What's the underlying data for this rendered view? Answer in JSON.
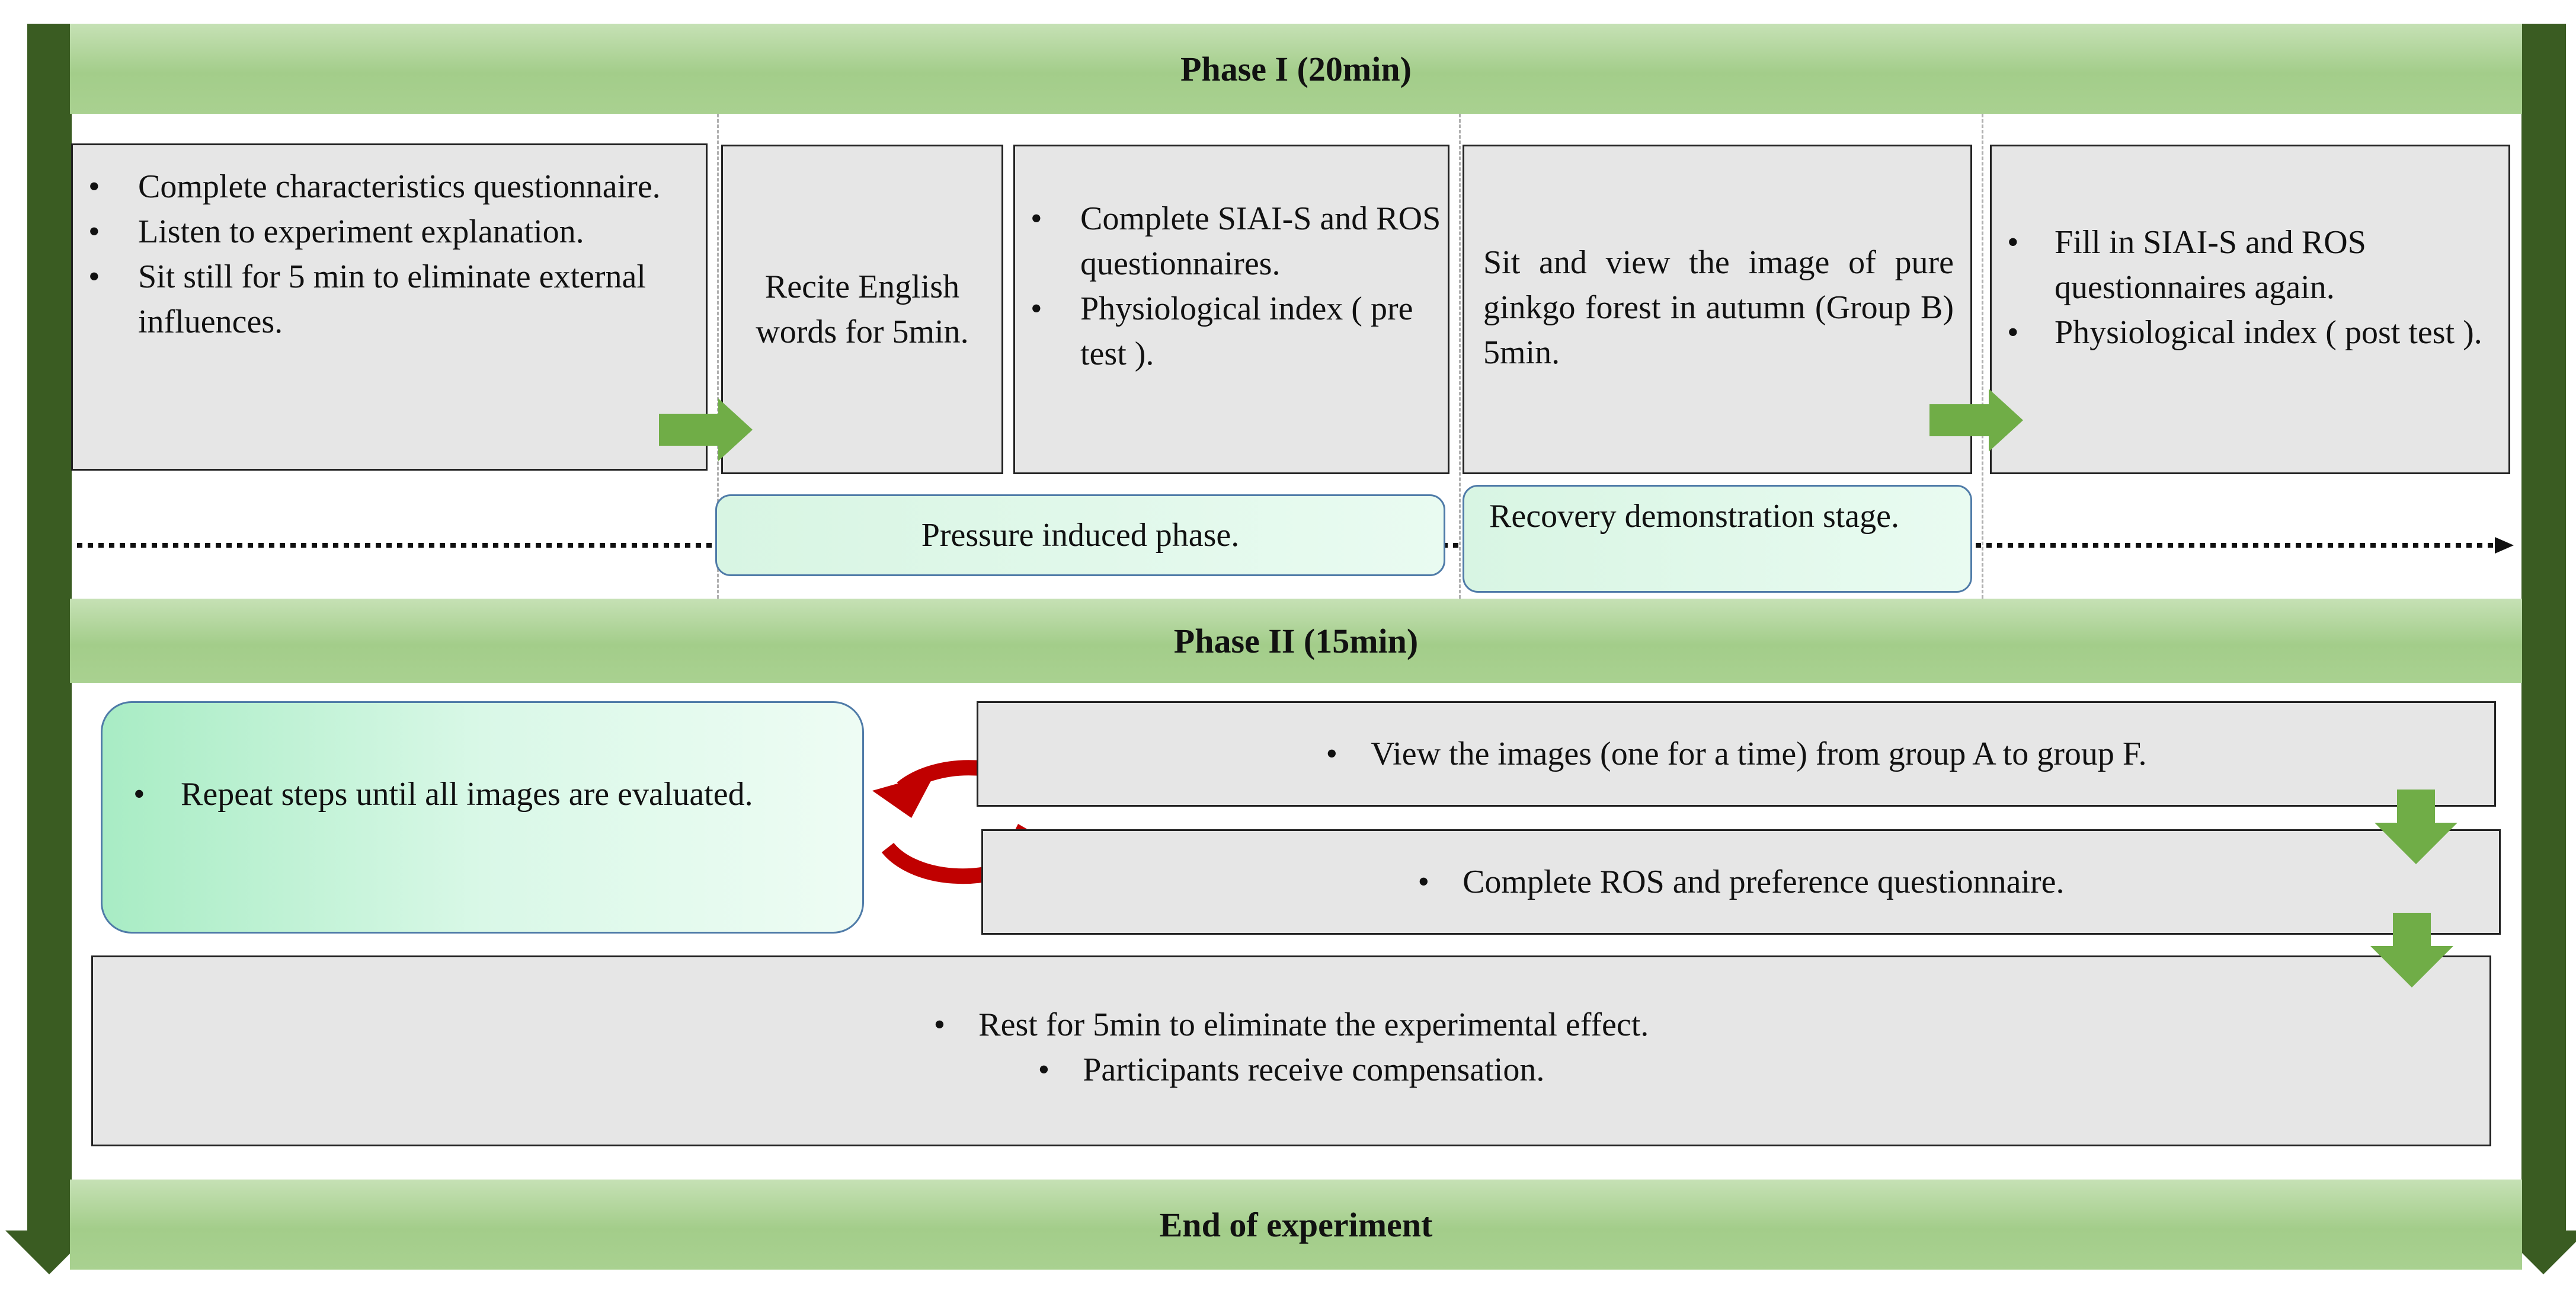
{
  "phases": {
    "phase1": "Phase I (20min)",
    "phase2": "Phase II (15min)",
    "end": "End of experiment"
  },
  "phase1_steps": {
    "characteristics": [
      "Complete characteristics questionnaire.",
      "Listen to experiment explanation.",
      "Sit still for 5 min to eliminate external influences."
    ],
    "recite": "Recite English words for 5min.",
    "pre_test": [
      "Complete SIAI-S and ROS questionnaires.",
      "Physiological index ( pre test )."
    ],
    "view_ginkgo": "Sit and view the image of pure ginkgo forest in autumn (Group B) 5min.",
    "post_test": [
      "Fill in SIAI-S and ROS questionnaires again.",
      "Physiological index ( post test )."
    ]
  },
  "stages": {
    "pressure": "Pressure induced phase.",
    "recovery": "Recovery demonstration stage."
  },
  "phase2_steps": {
    "repeat": "Repeat steps until all images are evaluated.",
    "view_images": "View the images (one for a time) from group A to group F.",
    "complete_ros": "Complete ROS and preference questionnaire.",
    "rest": "Rest for 5min to eliminate the experimental effect.",
    "compensation": "Participants receive compensation."
  },
  "colors": {
    "band_green": "#a9d190",
    "dark_green": "#3a5c22",
    "arrow_green": "#70ad47",
    "cycle_red": "#c00000",
    "box_grey": "#e6e6e6",
    "stage_fill": "#d8f5e3"
  }
}
